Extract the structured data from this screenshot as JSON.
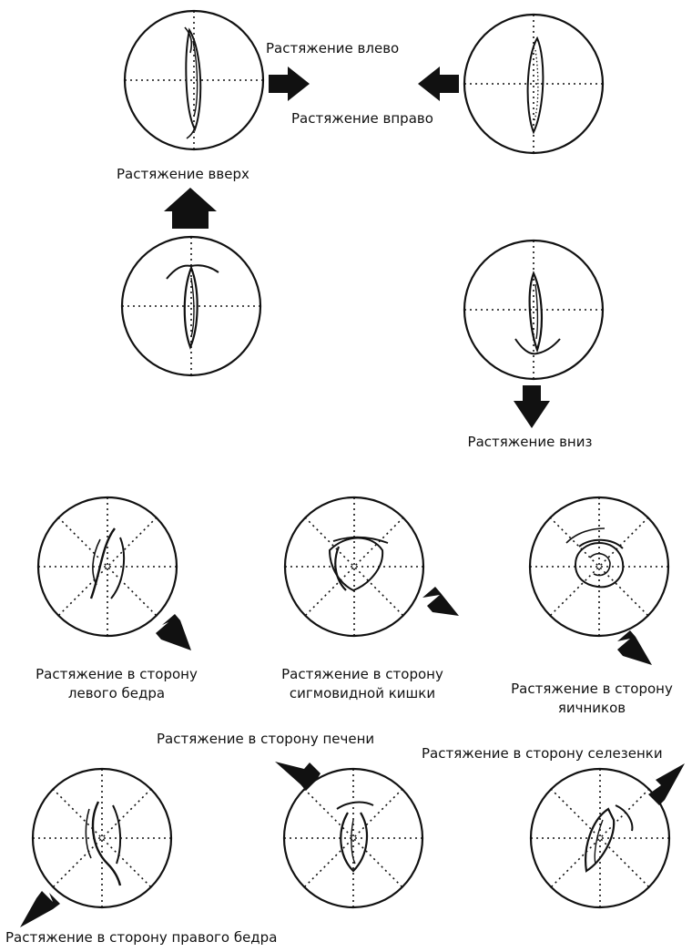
{
  "labels": {
    "left": "Растяжение влево",
    "right": "Растяжение вправо",
    "up": "Растяжение вверх",
    "down": "Растяжение вниз",
    "left_thigh_1": "Растяжение в сторону",
    "left_thigh_2": "левого бедра",
    "sigmoid_1": "Растяжение в сторону",
    "sigmoid_2": "сигмовидной кишки",
    "ovaries_1": "Растяжение в сторону",
    "ovaries_2": "яичников",
    "liver": "Растяжение в сторону печени",
    "spleen": "Растяжение в сторону селезенки",
    "right_thigh": "Растяжение в сторону правого бедра"
  },
  "panels": [
    {
      "name": "circle-left-stretch",
      "arrow": "right"
    },
    {
      "name": "circle-right-stretch",
      "arrow": "left"
    },
    {
      "name": "circle-up-stretch",
      "arrow": "up"
    },
    {
      "name": "circle-down-stretch",
      "arrow": "down"
    },
    {
      "name": "circle-left-thigh-stretch",
      "arrow": "down-right"
    },
    {
      "name": "circle-sigmoid-stretch",
      "arrow": "down-right"
    },
    {
      "name": "circle-ovaries-stretch",
      "arrow": "down-right"
    },
    {
      "name": "circle-right-thigh-stretch",
      "arrow": "down-left"
    },
    {
      "name": "circle-liver-stretch",
      "arrow": "up-left"
    },
    {
      "name": "circle-spleen-stretch",
      "arrow": "up-right"
    }
  ]
}
